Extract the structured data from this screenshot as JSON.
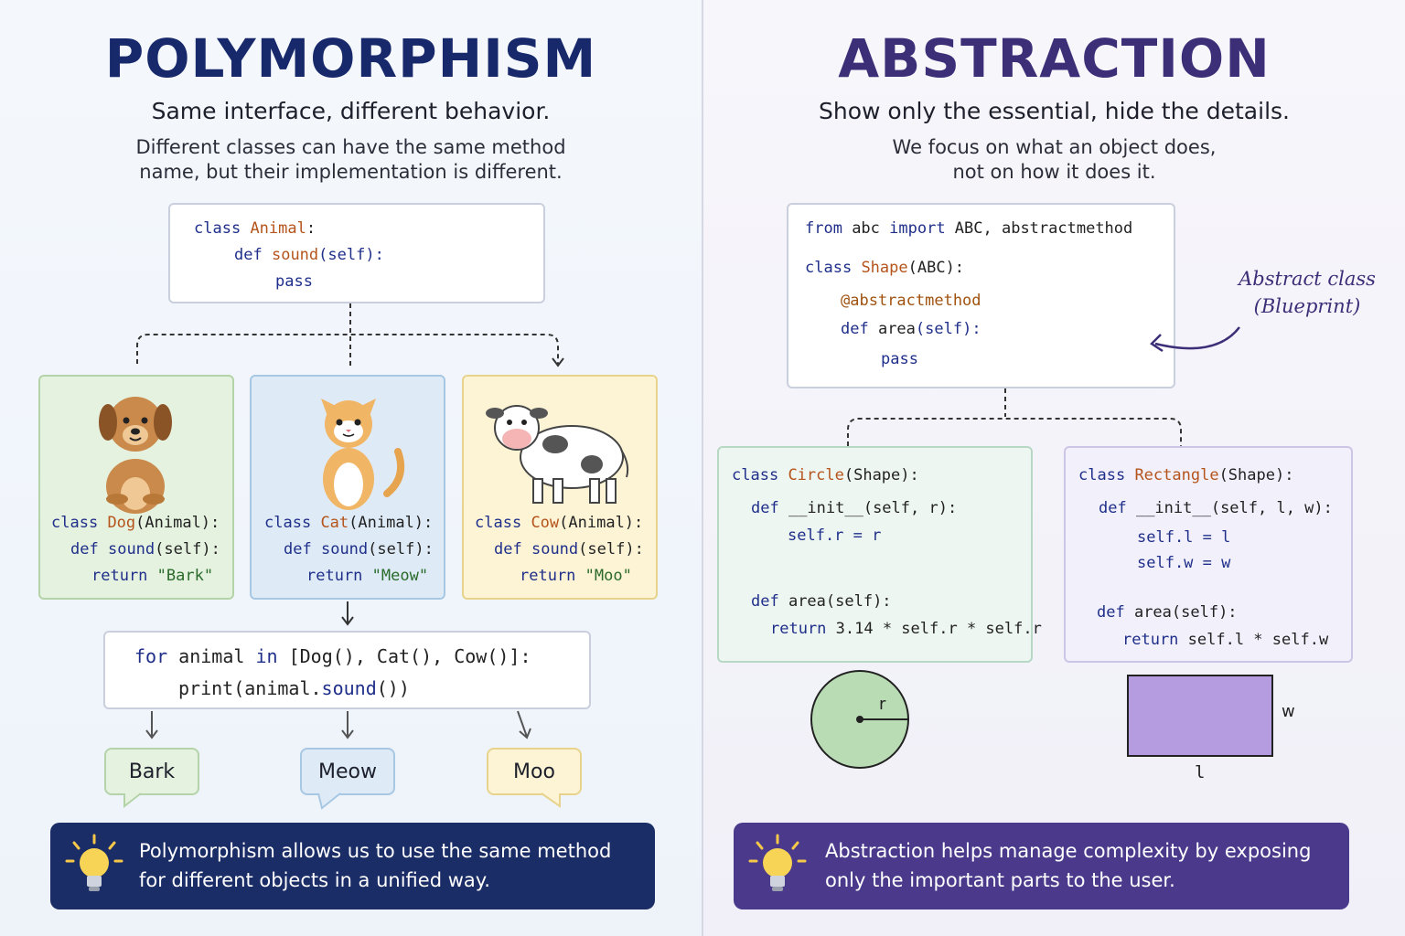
{
  "polymorphism": {
    "title": "POLYMORPHISM",
    "subtitle": "Same interface, different behavior.",
    "description": [
      "Different classes can have the same method",
      "name, but their implementation is different."
    ],
    "base_code": {
      "line1": {
        "kw": "class",
        "name": "Animal",
        "rest": ":"
      },
      "line2": {
        "kw": "def",
        "name": "sound",
        "rest": "(self):"
      },
      "line3": {
        "kw": "pass"
      }
    },
    "animals": [
      {
        "icon": "dog-icon",
        "kw1": "class",
        "name": "Dog",
        "parent": "(Animal):",
        "kw2": "def",
        "method": "sound",
        "args": "(self):",
        "kw3": "return",
        "value": "\"Bark\""
      },
      {
        "icon": "cat-icon",
        "kw1": "class",
        "name": "Cat",
        "parent": "(Animal):",
        "kw2": "def",
        "method": "sound",
        "args": "(self):",
        "kw3": "return",
        "value": "\"Meow\""
      },
      {
        "icon": "cow-icon",
        "kw1": "class",
        "name": "Cow",
        "parent": "(Animal):",
        "kw2": "def",
        "method": "sound",
        "args": "(self):",
        "kw3": "return",
        "value": "\"Moo\""
      }
    ],
    "loop_code": {
      "kw_for": "for",
      "var": " animal ",
      "kw_in": "in",
      "list": " [Dog(), Cat(), Cow()]:",
      "print_pre": "print(animal.",
      "print_method": "sound",
      "print_post": "())"
    },
    "outputs": [
      "Bark",
      "Meow",
      "Moo"
    ],
    "banner": [
      "Polymorphism allows us to use the same method",
      "for different objects in a unified way."
    ],
    "colors": {
      "title": "#17286b",
      "banner": "#1b2d66",
      "green": "#e6f2e0",
      "blue": "#deebf7",
      "yellow": "#fdf4d6"
    }
  },
  "abstraction": {
    "title": "ABSTRACTION",
    "subtitle": "Show only the essential, hide the details.",
    "description": [
      "We focus on what an object does,",
      "not on how it does it."
    ],
    "base_code": {
      "l1_kw1": "from",
      "l1_mod": " abc ",
      "l1_kw2": "import",
      "l1_rest": " ABC, abstractmethod",
      "l2_kw": "class",
      "l2_name": "Shape",
      "l2_rest": "(ABC):",
      "l3_dec": "@abstractmethod",
      "l4_kw": "def",
      "l4_name": " area",
      "l4_rest": "(self):",
      "l5_kw": "pass"
    },
    "annotation": [
      "Abstract class",
      "(Blueprint)"
    ],
    "circle_code": {
      "l1_kw": "class",
      "l1_name": "Circle",
      "l1_rest": "(Shape):",
      "l2_kw": "def",
      "l2_rest": " __init__(self, r):",
      "l3": "self.r = r",
      "l4_kw": "def",
      "l4_rest": " area(self):",
      "l5_kw": "return",
      "l5_rest": " 3.14 * self.r * self.r"
    },
    "rect_code": {
      "l1_kw": "class",
      "l1_name": "Rectangle",
      "l1_rest": "(Shape):",
      "l2_kw": "def",
      "l2_rest": " __init__(self, l, w):",
      "l3": "self.l = l",
      "l4": "self.w = w",
      "l5_kw": "def",
      "l5_rest": " area(self):",
      "l6_kw": "return",
      "l6_rest": " self.l * self.w"
    },
    "circle_label": "r",
    "rect_width_label": "w",
    "rect_length_label": "l",
    "banner": [
      "Abstraction helps manage complexity by exposing",
      "only the important parts to the user."
    ],
    "colors": {
      "title": "#3d2e78",
      "banner": "#4b3a8c",
      "circle": "#b9dcb4",
      "rect": "#b59be0"
    }
  }
}
